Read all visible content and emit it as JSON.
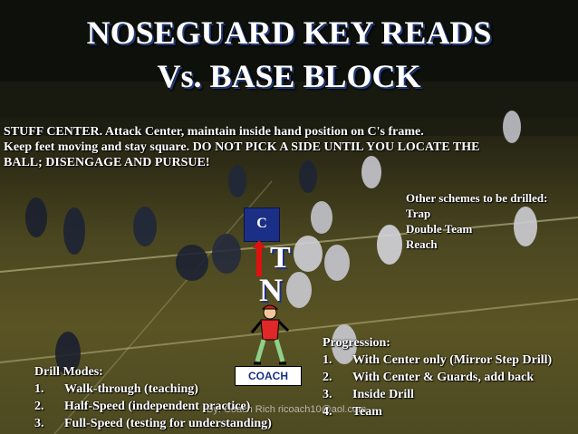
{
  "slide": {
    "title_line1": "NOSEGUARD KEY READS",
    "title_line2": "Vs. BASE BLOCK",
    "instructions": [
      "STUFF CENTER.  Attack Center, maintain inside hand position on C's frame.",
      "Keep feet moving and stay square.  DO NOT PICK A SIDE UNTIL YOU LOCATE THE",
      "BALL; DISENGAGE AND PURSUE!"
    ],
    "other_schemes": {
      "heading": "Other schemes to be drilled:",
      "items": [
        "Trap",
        "Double Team",
        "Reach"
      ]
    },
    "diagram": {
      "center_label": "C",
      "block_label": "T",
      "noseguard_label": "N",
      "coach_label": "COACH"
    },
    "drill_modes": {
      "heading": "Drill Modes:",
      "items": [
        {
          "num": "1.",
          "text": "Walk-through (teaching)"
        },
        {
          "num": "2.",
          "text": "Half-Speed (independent practice)"
        },
        {
          "num": "3.",
          "text": "Full-Speed (testing for understanding)"
        }
      ]
    },
    "progression": {
      "heading": "Progression:",
      "items": [
        {
          "num": "1.",
          "text": "With Center only (Mirror Step Drill)"
        },
        {
          "num": "2.",
          "text": "With Center & Guards, add back"
        },
        {
          "num": "3.",
          "text": "Inside Drill"
        },
        {
          "num": "4.",
          "text": "Team"
        }
      ]
    },
    "watermark": "By: Coach Rich  ricoach10@aol.com",
    "colors": {
      "title_shadow": "#223a7a",
      "box_blue": "#1c2f86",
      "arrow_red": "#e01010",
      "text": "#ffffff"
    }
  }
}
